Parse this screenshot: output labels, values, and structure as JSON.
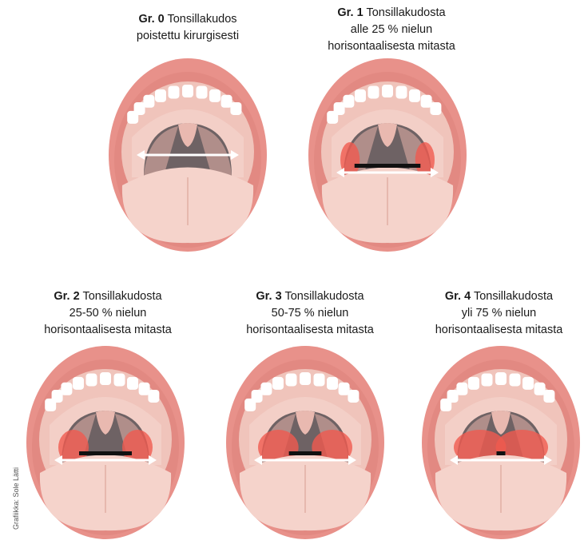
{
  "grades": [
    {
      "grade_label": "Gr. 0",
      "text_line1": "Tonsillakudos",
      "text_line2": "poistettu kirurgisesti",
      "text_line3": "",
      "tonsil_ratio": 0.0,
      "bar_ratio": 0.0
    },
    {
      "grade_label": "Gr. 1",
      "text_line1": "Tonsillakudosta",
      "text_line2": "alle 25 % nielun",
      "text_line3": "horisontaalisesta mitasta",
      "tonsil_ratio": 0.15,
      "bar_ratio": 0.75
    },
    {
      "grade_label": "Gr. 2",
      "text_line1": "Tonsillakudosta",
      "text_line2": "25-50 % nielun",
      "text_line3": "horisontaalisesta mitasta",
      "tonsil_ratio": 0.4,
      "bar_ratio": 0.6
    },
    {
      "grade_label": "Gr. 3",
      "text_line1": "Tonsillakudosta",
      "text_line2": "50-75 % nielun",
      "text_line3": "horisontaalisesta mitasta",
      "tonsil_ratio": 0.63,
      "bar_ratio": 0.37
    },
    {
      "grade_label": "Gr. 4",
      "text_line1": "Tonsillakudosta",
      "text_line2": "yli 75 % nielun",
      "text_line3": "horisontaalisesta mitasta",
      "tonsil_ratio": 0.9,
      "bar_ratio": 0.1
    }
  ],
  "credit": "Grafiikka: Sole Lätti",
  "colors": {
    "lip": "#e8918a",
    "lip_dark": "#d77a73",
    "inner": "#f0c4bb",
    "throat": "#6e6264",
    "tonsil": "#f05a4f",
    "tongue": "#f5d3cb",
    "teeth": "#ffffff",
    "bar": "#111111",
    "arrow": "#ffffff"
  }
}
